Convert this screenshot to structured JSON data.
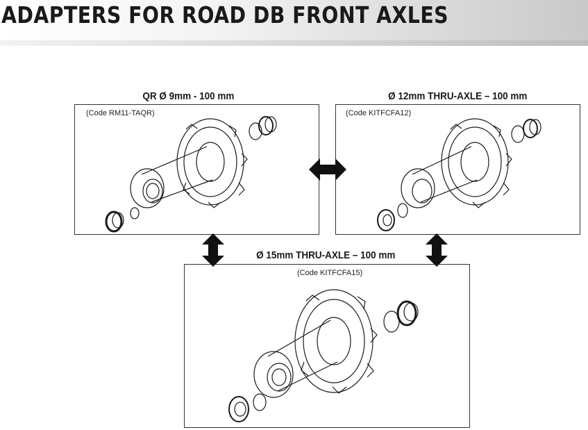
{
  "page": {
    "title": "ADAPTERS FOR ROAD DB FRONT AXLES"
  },
  "panels": [
    {
      "label": "QR Ø 9mm - 100 mm",
      "code": "(Code RM11-TAQR)"
    },
    {
      "label": "Ø 12mm THRU-AXLE – 100 mm",
      "code": "(Code KITFCFA12)"
    },
    {
      "label": "Ø 15mm THRU-AXLE – 100 mm",
      "code": "(Code KITFCFA15)"
    }
  ],
  "colors": {
    "line": "#1a1a1a",
    "arrow": "#111111",
    "header_shade": "#c9c9c9"
  },
  "icons": {
    "hub": "hub-exploded-icon",
    "arrow": "double-arrow-icon"
  }
}
